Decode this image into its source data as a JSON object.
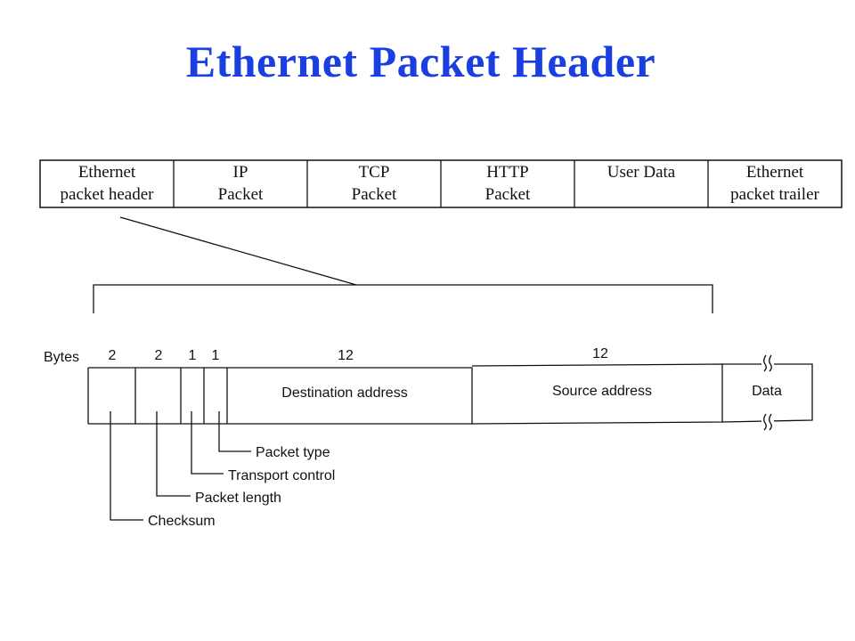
{
  "title": "Ethernet Packet Header",
  "top_row": [
    {
      "line1": "Ethernet",
      "line2": "packet header"
    },
    {
      "line1": "IP",
      "line2": "Packet"
    },
    {
      "line1": "TCP",
      "line2": "Packet"
    },
    {
      "line1": "HTTP",
      "line2": "Packet"
    },
    {
      "line1": "User Data",
      "line2": ""
    },
    {
      "line1": "Ethernet",
      "line2": "packet trailer"
    }
  ],
  "bytes_label": "Bytes",
  "byte_sizes": [
    "2",
    "2",
    "1",
    "1",
    "12",
    "12"
  ],
  "fields": {
    "destination": "Destination address",
    "source": "Source address",
    "data": "Data"
  },
  "callouts": {
    "packet_type": "Packet type",
    "transport_control": "Transport control",
    "packet_length": "Packet length",
    "checksum": "Checksum"
  },
  "colors": {
    "title": "#1a3fe0"
  }
}
